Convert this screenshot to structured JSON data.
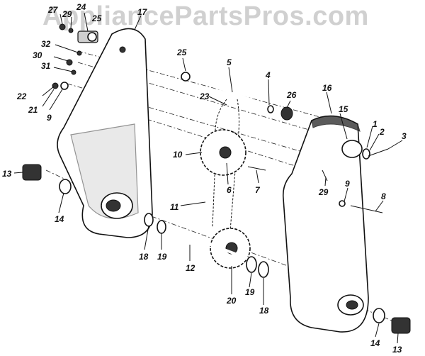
{
  "watermark": "AppliancePartsPros.com",
  "callouts": [
    "27",
    "29",
    "24",
    "25",
    "17",
    "32",
    "30",
    "31",
    "22",
    "21",
    "9",
    "25",
    "5",
    "4",
    "26",
    "23",
    "16",
    "15",
    "1",
    "2",
    "3",
    "10",
    "6",
    "7",
    "29",
    "9",
    "8",
    "13",
    "14",
    "11",
    "18",
    "19",
    "12",
    "20",
    "19",
    "18",
    "14",
    "13"
  ]
}
